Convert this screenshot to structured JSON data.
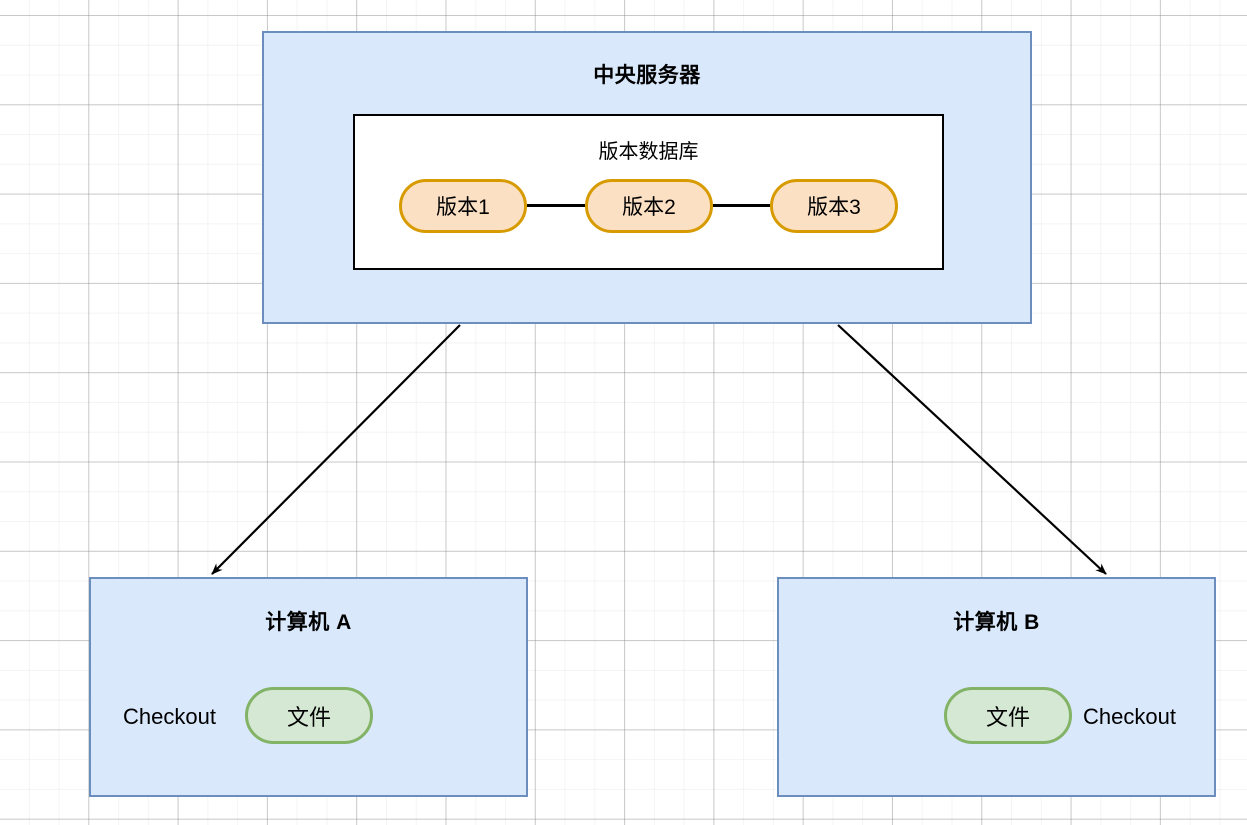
{
  "diagram": {
    "type": "centralized-version-control-architecture",
    "background": {
      "style": "graph-paper-grid",
      "color": "#ffffff"
    },
    "colors": {
      "container_fill": "#dae8fc",
      "container_border": "#6c8ebf",
      "version_node_fill": "#fbe0c4",
      "version_node_border": "#d79b00",
      "file_node_fill": "#d5e8d4",
      "file_node_border": "#82b366",
      "database_fill": "#ffffff",
      "database_border": "#000000",
      "arrow": "#000000"
    },
    "server": {
      "title": "中央服务器",
      "database": {
        "title": "版本数据库",
        "versions": [
          {
            "label": "版本1"
          },
          {
            "label": "版本2"
          },
          {
            "label": "版本3"
          }
        ]
      }
    },
    "clients": [
      {
        "title": "计算机 A",
        "checkout_label": "Checkout",
        "file_label": "文件",
        "file_side": "right"
      },
      {
        "title": "计算机 B",
        "checkout_label": "Checkout",
        "file_label": "文件",
        "file_side": "left"
      }
    ],
    "arrows": [
      {
        "from": "中央服务器",
        "to": "计算机 A",
        "direction": "down-left"
      },
      {
        "from": "中央服务器",
        "to": "计算机 B",
        "direction": "down-right"
      }
    ]
  }
}
